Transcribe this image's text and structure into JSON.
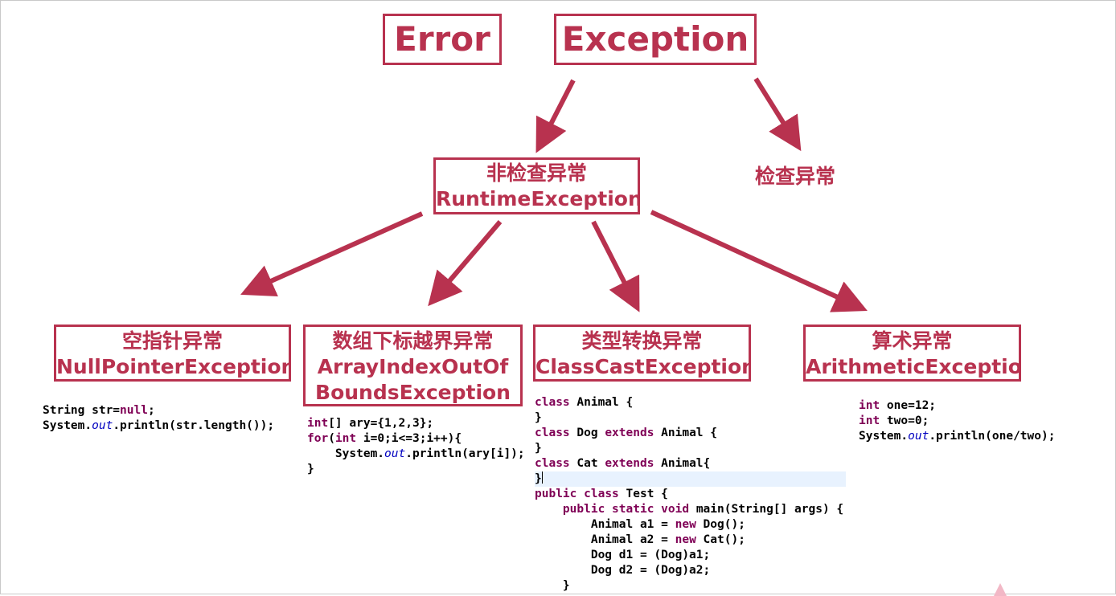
{
  "top_nodes": {
    "error": "Error",
    "exception": "Exception"
  },
  "unchecked": {
    "line1": "非检查异常",
    "line2": "RuntimeException"
  },
  "checked": "检查异常",
  "leaves": [
    {
      "cn": "空指针异常",
      "en": "NullPointerException"
    },
    {
      "cn": "数组下标越界异常",
      "en": "ArrayIndexOutOf",
      "en2": "BoundsException"
    },
    {
      "cn": "类型转换异常",
      "en": "ClassCastException"
    },
    {
      "cn": "算术异常",
      "en": "ArithmeticExceptio"
    }
  ],
  "code_null": [
    "String str=null;",
    "System.out.println(str.length());"
  ],
  "code_array": [
    "int[] ary={1,2,3};",
    "for(int i=0;i<=3;i++){",
    "    System.out.println(ary[i]);",
    "}"
  ],
  "code_cast": [
    "class Animal {",
    "}",
    "class Dog extends Animal {",
    "}",
    "class Cat extends Animal{",
    "}",
    "public class Test {",
    "    public static void main(String[] args) {",
    "        Animal a1 = new Dog();",
    "        Animal a2 = new Cat();",
    "        Dog d1 = (Dog)a1;",
    "        Dog d2 = (Dog)a2;",
    "    }"
  ],
  "code_arith": [
    "int one=12;",
    "int two=0;",
    "System.out.println(one/two);"
  ],
  "colors": {
    "accent": "#b8324f",
    "keyword": "#7f0055",
    "field": "#0000c0",
    "highlight": "#e8f2fe"
  }
}
